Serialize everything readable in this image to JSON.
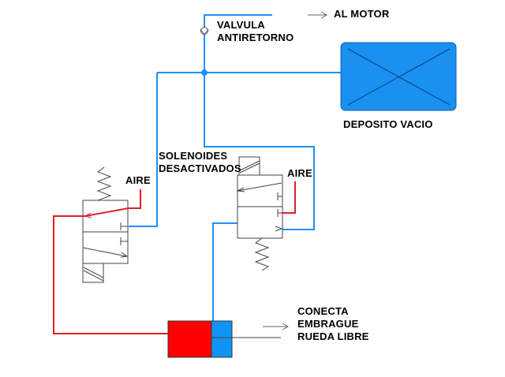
{
  "labels": {
    "al_motor": "AL MOTOR",
    "valvula_line1": "VALVULA",
    "valvula_line2": "ANTIRETORNO",
    "deposito": "DEPOSITO VACIO",
    "solenoides_line1": "SOLENOIDES",
    "solenoides_line2": "DESACTIVADOS",
    "aire_left": "AIRE",
    "aire_right": "AIRE",
    "conecta_line1": "CONECTA",
    "conecta_line2": "EMBRAGUE",
    "conecta_line3": "RUEDA LIBRE"
  },
  "colors": {
    "vacuum_line": "#1e90ff",
    "air_line": "#e0202a",
    "tank_fill": "#1a90f0",
    "cylinder_air": "#ff0000",
    "cylinder_vacuum": "#0f94f5",
    "symbol_stroke": "#444444"
  }
}
